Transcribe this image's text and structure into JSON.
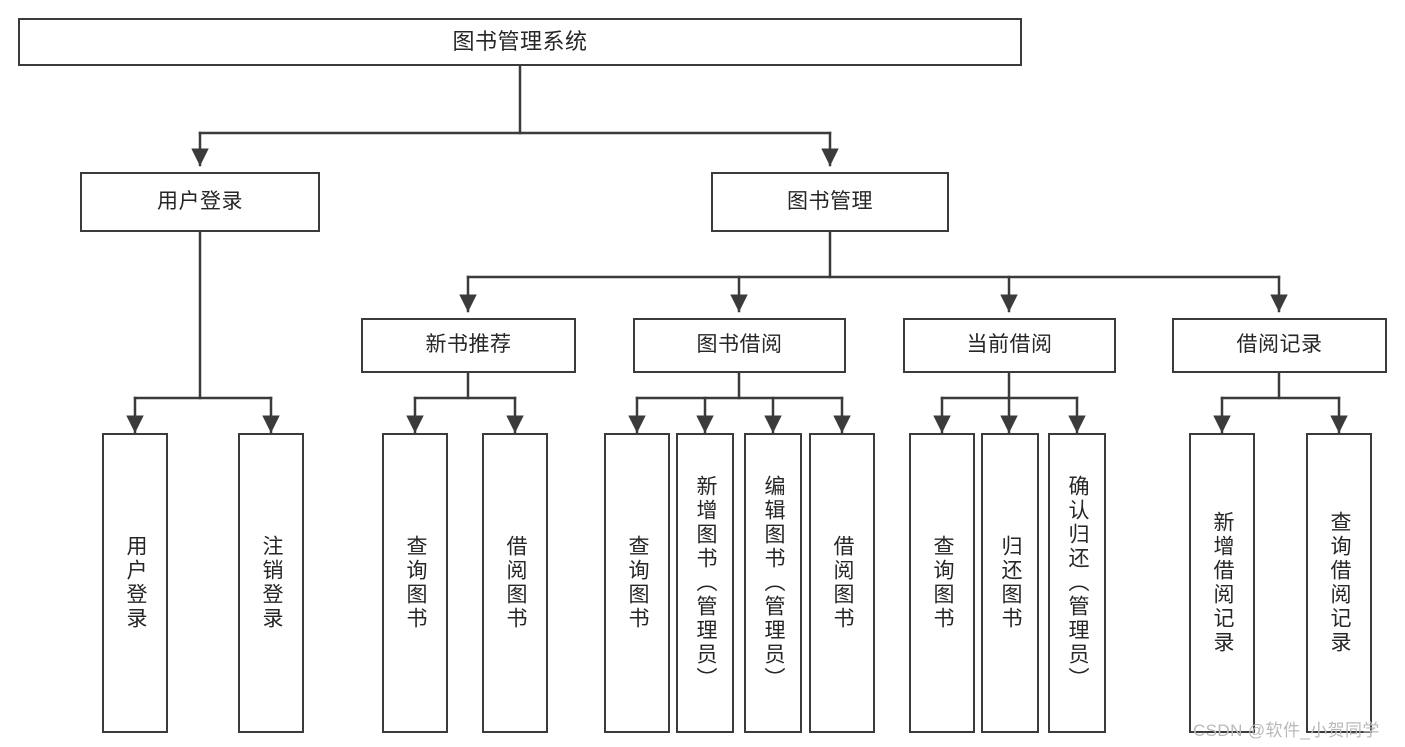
{
  "diagram": {
    "title": "图书管理系统",
    "type": "hierarchy-tree",
    "orientation": "top-down",
    "colors": {
      "border": "#3b3b3b",
      "fill": "#ffffff",
      "text": "#262626",
      "edge": "#3b3b3b",
      "watermark": "#b9b9b9"
    },
    "root": {
      "label": "图书管理系统"
    },
    "level2": [
      {
        "label": "用户登录"
      },
      {
        "label": "图书管理"
      }
    ],
    "level3": [
      {
        "label": "新书推荐"
      },
      {
        "label": "图书借阅"
      },
      {
        "label": "当前借阅"
      },
      {
        "label": "借阅记录"
      }
    ],
    "leaves": {
      "user_login": [
        {
          "label": "用户登录"
        },
        {
          "label": "注销登录"
        }
      ],
      "new_book": [
        {
          "label": "查询图书"
        },
        {
          "label": "借阅图书"
        }
      ],
      "book_borrow": [
        {
          "label": "查询图书"
        },
        {
          "label": "新增图书（管理员）"
        },
        {
          "label": "编辑图书（管理员）"
        },
        {
          "label": "借阅图书"
        }
      ],
      "current_borrow": [
        {
          "label": "查询图书"
        },
        {
          "label": "归还图书"
        },
        {
          "label": "确认归还（管理员）"
        }
      ],
      "borrow_record": [
        {
          "label": "新增借阅记录"
        },
        {
          "label": "查询借阅记录"
        }
      ]
    }
  },
  "watermark": {
    "text": "CSDN @软件_小贺同学"
  }
}
